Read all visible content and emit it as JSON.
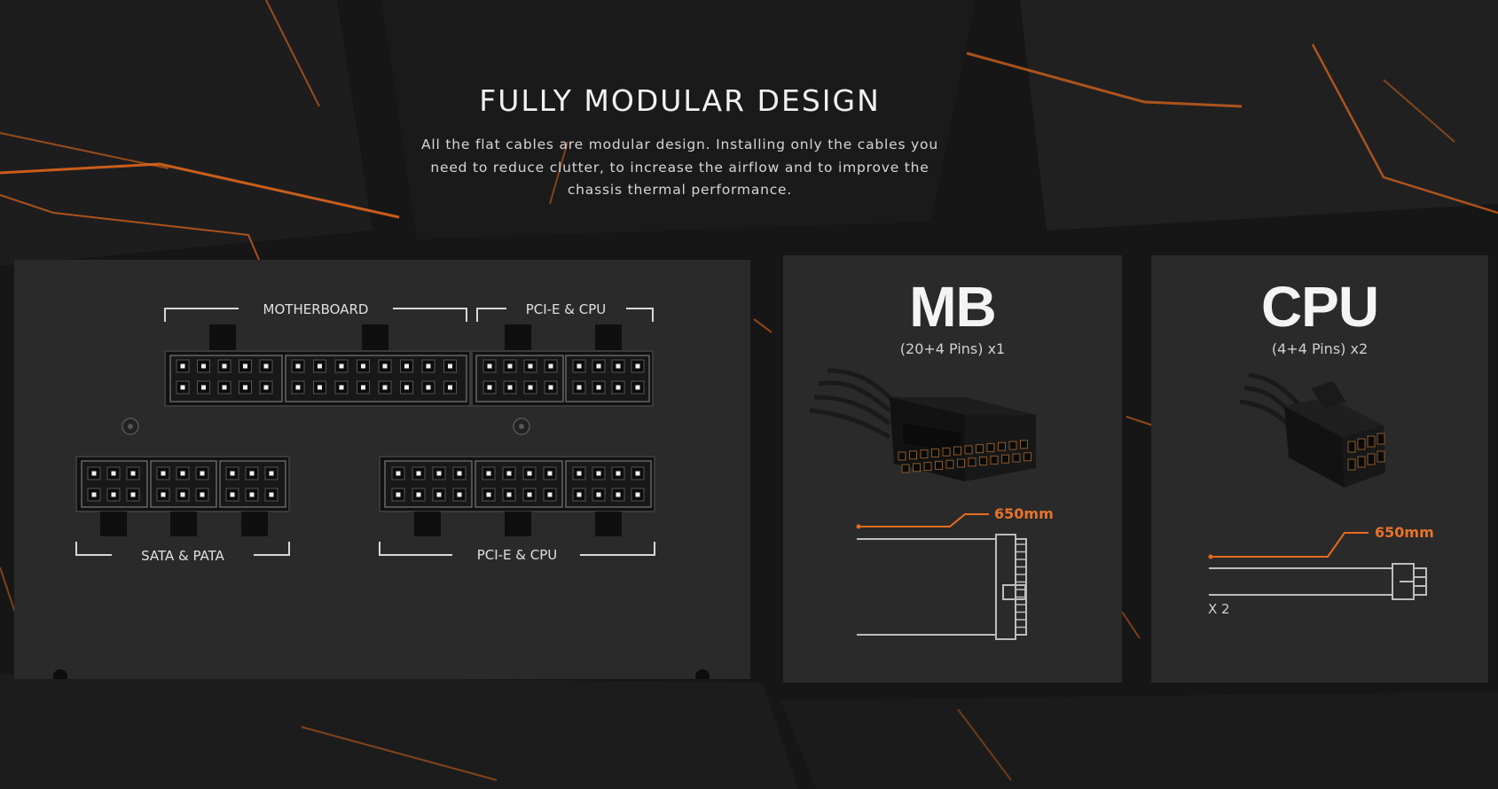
{
  "section": {
    "title": "FULLY MODULAR DESIGN",
    "description": "All the flat cables are modular design. Installing only the cables you need to reduce clutter, to increase the airflow and to improve the chassis thermal performance."
  },
  "psu_panel": {
    "labels": {
      "motherboard": "MOTHERBOARD",
      "pcie_cpu_top": "PCI-E & CPU",
      "sata_pata": "SATA & PATA",
      "pcie_cpu_bottom": "PCI-E & CPU"
    }
  },
  "mb_card": {
    "title": "MB",
    "subtitle": "(20+4 Pins) x1",
    "cable_length": "650mm"
  },
  "cpu_card": {
    "title": "CPU",
    "subtitle": "(4+4 Pins) x2",
    "cable_length": "650mm",
    "quantity": "X 2"
  },
  "colors": {
    "background": "#141414",
    "panel": "#2a2a2a",
    "accent": "#e8732a",
    "text": "#f2f2f2"
  }
}
